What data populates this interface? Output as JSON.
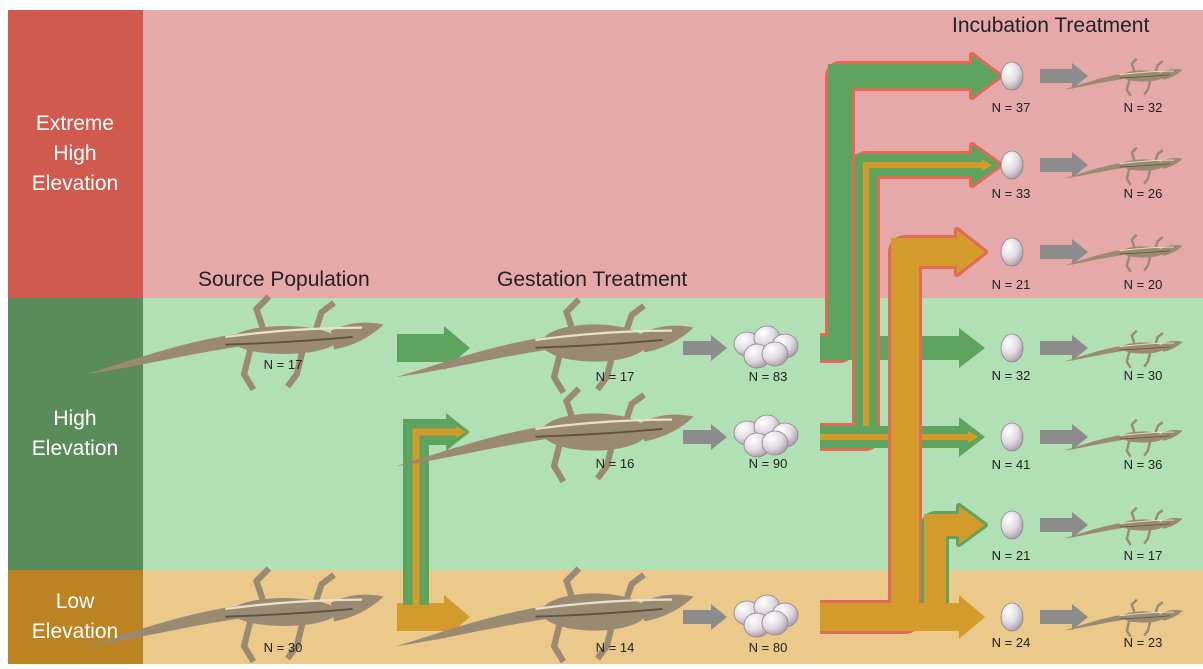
{
  "bands": [
    {
      "label": "Extreme\nHigh\nElevation",
      "color": "#d05a4e",
      "bg": "#e5a9a9"
    },
    {
      "label": "High\nElevation",
      "color": "#5a8c5a",
      "bg": "#b2e0b5"
    },
    {
      "label": "Low\nElevation",
      "color": "#bb8322",
      "bg": "#ebc98b"
    }
  ],
  "headings": {
    "source": "Source Population",
    "gestation": "Gestation Treatment",
    "incubation": "Incubation Treatment"
  },
  "source": [
    {
      "n": "N = 17"
    },
    {
      "n": "N = 30"
    }
  ],
  "gestation": [
    {
      "n": "N = 17",
      "eggs": "N = 83"
    },
    {
      "n": "N = 16",
      "eggs": "N = 90"
    },
    {
      "n": "N = 14",
      "eggs": "N = 80"
    }
  ],
  "incubation": [
    {
      "eggs": "N = 37",
      "hatch": "N = 32"
    },
    {
      "eggs": "N = 33",
      "hatch": "N = 26"
    },
    {
      "eggs": "N = 21",
      "hatch": "N = 20"
    },
    {
      "eggs": "N = 32",
      "hatch": "N = 30"
    },
    {
      "eggs": "N = 41",
      "hatch": "N = 36"
    },
    {
      "eggs": "N = 21",
      "hatch": "N = 17"
    },
    {
      "eggs": "N = 24",
      "hatch": "N = 23"
    }
  ],
  "colors": {
    "green_arrow": "#5ea35e",
    "orange_arrow": "#d39a2c",
    "red_outline": "#e06a55",
    "gray_arrow": "#8c8c8c",
    "lizard": "#9a8a72"
  }
}
